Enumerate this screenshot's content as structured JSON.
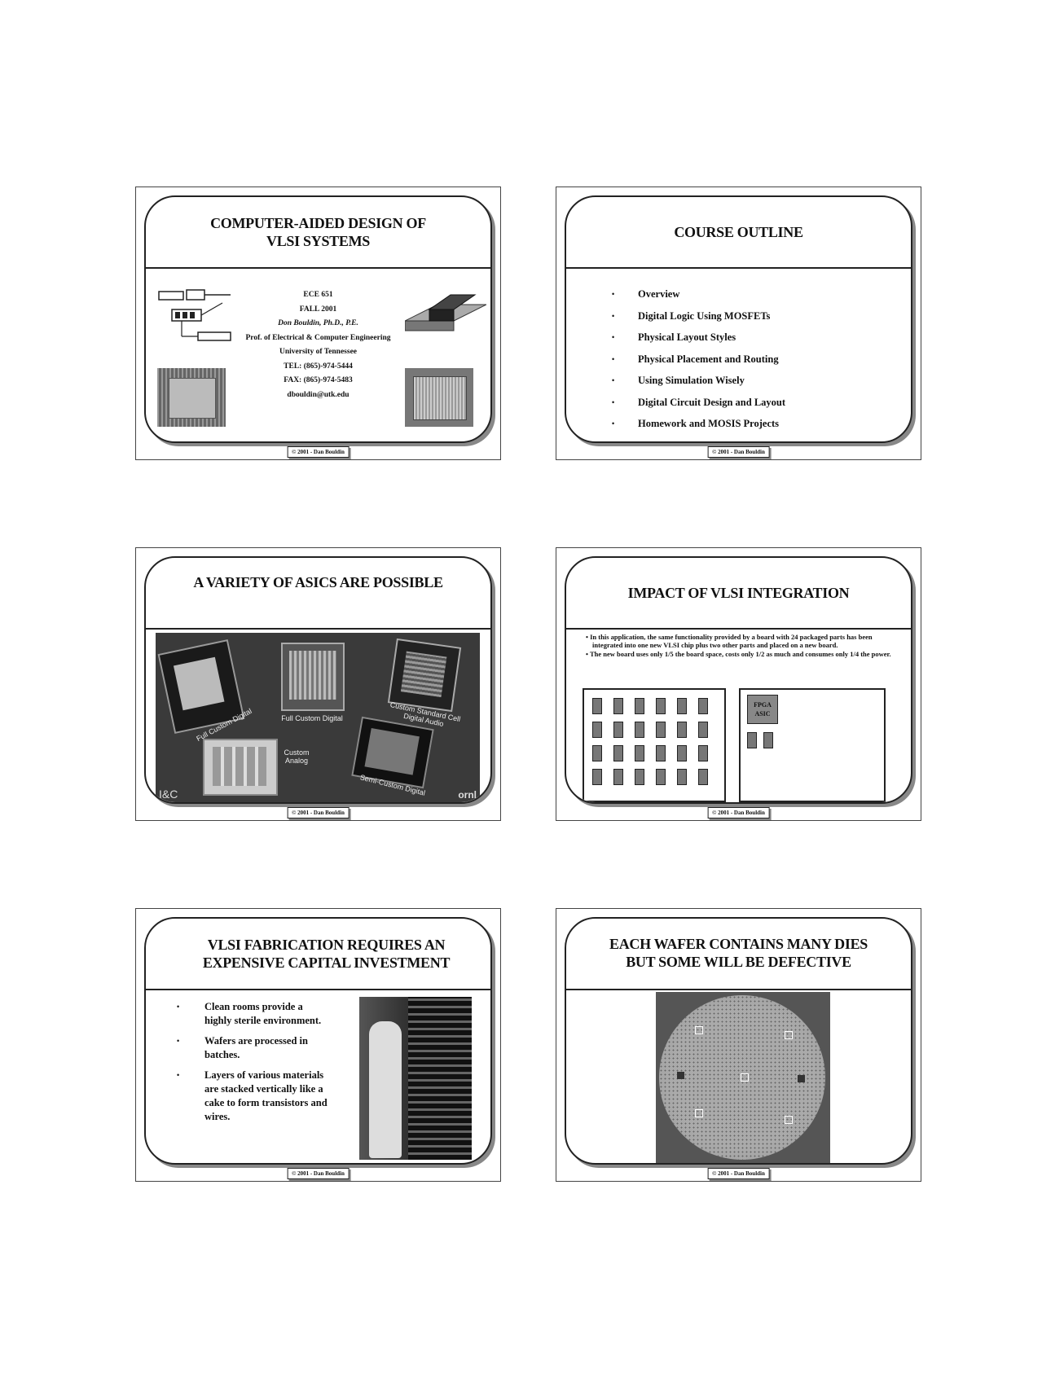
{
  "slides": [
    {
      "title": [
        "COMPUTER-AIDED DESIGN OF",
        "VLSI SYSTEMS"
      ],
      "lines": [
        "ECE 651",
        "FALL 2001",
        "Don Bouldin, Ph.D., P.E.",
        "Prof. of Electrical & Computer Engineering",
        "University of Tennessee",
        "TEL: (865)-974-5444",
        "FAX: (865)-974-5483",
        "dbouldin@utk.edu"
      ],
      "footer": "© 2001 - Dan Bouldin"
    },
    {
      "title": [
        "COURSE OUTLINE"
      ],
      "bullets": [
        "Overview",
        "Digital Logic Using MOSFETs",
        "Physical Layout Styles",
        "Physical Placement and Routing",
        "Using Simulation Wisely",
        "Digital Circuit Design and Layout",
        "Homework and MOSIS Projects"
      ],
      "footer": "© 2001 - Dan Bouldin"
    },
    {
      "title": [
        "A VARIETY OF ASICS ARE POSSIBLE"
      ],
      "labels": [
        "Full Custom Digital",
        "Full Custom Digital",
        "Custom Standard Cell Digital Audio",
        "Custom Analog",
        "Semi-Custom Digital",
        "I&C",
        "ornl"
      ],
      "footer": "© 2001 - Dan Bouldin"
    },
    {
      "title": [
        "IMPACT OF VLSI INTEGRATION"
      ],
      "bullets": [
        "In this application, the same functionality provided by a board with 24 packaged parts has been integrated into one new VLSI chip plus two other parts and placed on a new board.",
        "The new board uses only 1/5 the board space, costs only 1/2 as much and consumes only 1/4 the power."
      ],
      "chip_label": [
        "FPGA",
        "ASIC"
      ],
      "old_board_parts": 24,
      "new_board_parts": 2,
      "footer": "© 2001 - Dan Bouldin"
    },
    {
      "title": [
        "VLSI FABRICATION REQUIRES AN",
        "EXPENSIVE CAPITAL INVESTMENT"
      ],
      "bullets": [
        "Clean rooms provide a highly sterile environment.",
        "Wafers are processed in batches.",
        "Layers of various materials are stacked vertically like a cake to form transistors and wires."
      ],
      "footer": "© 2001 - Dan Bouldin"
    },
    {
      "title": [
        "EACH WAFER CONTAINS MANY DIES",
        "BUT SOME WILL BE DEFECTIVE"
      ],
      "footer": "© 2001 - Dan Bouldin"
    }
  ]
}
